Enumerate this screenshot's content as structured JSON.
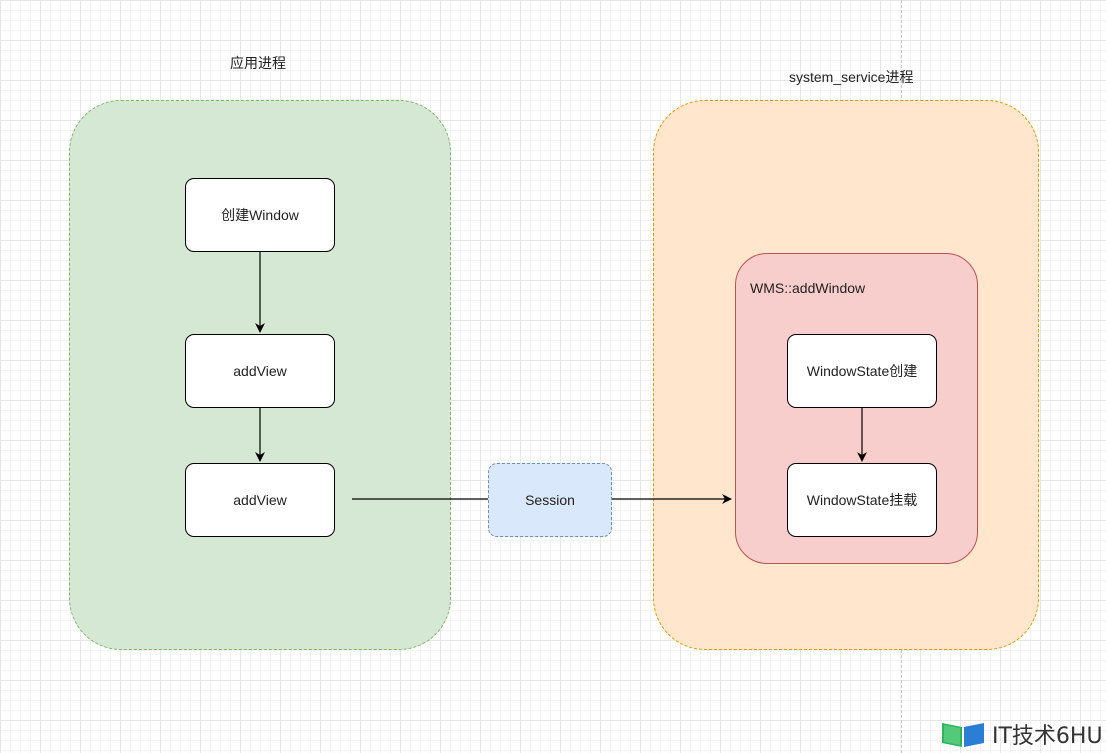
{
  "groups": {
    "app": {
      "label": "应用进程"
    },
    "system": {
      "label": "system_service进程"
    }
  },
  "wms": {
    "title": "WMS::addWindow"
  },
  "nodes": {
    "create_window": "创建Window",
    "add_view_1": "addView",
    "add_view_2": "addView",
    "session": "Session",
    "window_state_create": "WindowState创建",
    "window_state_attach": "WindowState挂载"
  },
  "watermark": {
    "text": "IT技术6HU",
    "icon": "book-logo-icon"
  },
  "colors": {
    "app_fill": "#d5e8d4",
    "app_border": "#82b366",
    "system_fill": "#ffe6cc",
    "system_border": "#d79b00",
    "wms_fill": "#f8cecc",
    "wms_border": "#b85450",
    "session_fill": "#dae8fc",
    "session_border": "#6c8ebf"
  }
}
